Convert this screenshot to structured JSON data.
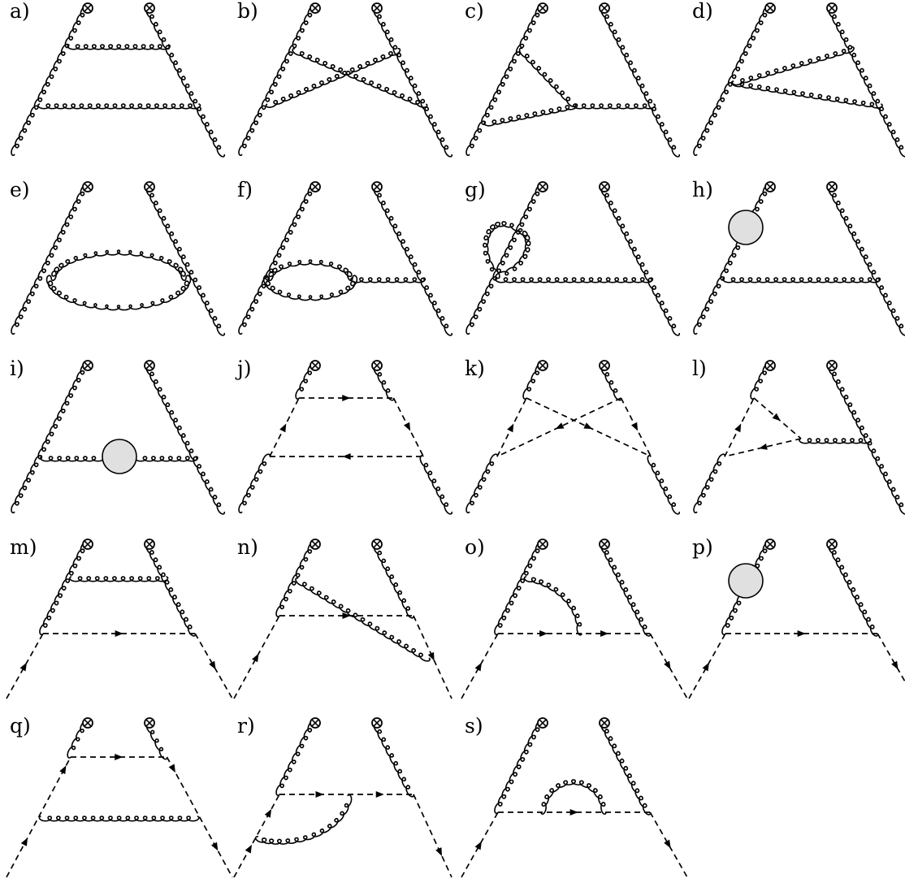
{
  "colors": {
    "ink": "#000000",
    "blob": "#e0e0e0",
    "background": "#ffffff"
  },
  "icons": [
    "operator-vertex-otimes",
    "gluon-line",
    "ghost-line-dashed",
    "self-energy-blob"
  ],
  "panels": [
    {
      "id": "a",
      "label": "a)"
    },
    {
      "id": "b",
      "label": "b)"
    },
    {
      "id": "c",
      "label": "c)"
    },
    {
      "id": "d",
      "label": "d)"
    },
    {
      "id": "e",
      "label": "e)"
    },
    {
      "id": "f",
      "label": "f)"
    },
    {
      "id": "g",
      "label": "g)"
    },
    {
      "id": "h",
      "label": "h)"
    },
    {
      "id": "i",
      "label": "i)"
    },
    {
      "id": "j",
      "label": "j)"
    },
    {
      "id": "k",
      "label": "k)"
    },
    {
      "id": "l",
      "label": "l)"
    },
    {
      "id": "m",
      "label": "m)"
    },
    {
      "id": "n",
      "label": "n)"
    },
    {
      "id": "o",
      "label": "o)"
    },
    {
      "id": "p",
      "label": "p)"
    },
    {
      "id": "q",
      "label": "q)"
    },
    {
      "id": "r",
      "label": "r)"
    },
    {
      "id": "s",
      "label": "s)"
    }
  ]
}
